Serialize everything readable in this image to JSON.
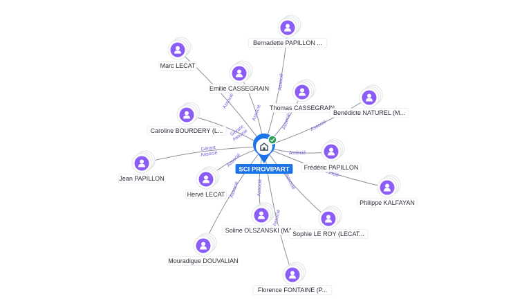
{
  "center": {
    "label": "SCI PROVIPART",
    "pin_color": "#1a73e8",
    "check_color": "#2e9e5b",
    "icon": "building-icon"
  },
  "person_color": "#8b5cf6",
  "people": [
    {
      "key": "bernadette",
      "label": "Bernadette PAPILLON ...",
      "icon": "person-icon"
    },
    {
      "key": "marc",
      "label": "Marc LECAT",
      "icon": "person-icon"
    },
    {
      "key": "emilie",
      "label": "Emilie CASSEGRAIN",
      "icon": "person-icon"
    },
    {
      "key": "thomas",
      "label": "Thomas CASSEGRAIN",
      "icon": "person-icon"
    },
    {
      "key": "benedicte",
      "label": "Benédicte NATUREL (M...",
      "icon": "person-icon"
    },
    {
      "key": "caroline",
      "label": "Caroline BOURDERY (L...",
      "icon": "person-icon"
    },
    {
      "key": "jean",
      "label": "Jean PAPILLON",
      "icon": "person-icon"
    },
    {
      "key": "frederic",
      "label": "Frédéric PAPILLON",
      "icon": "person-icon"
    },
    {
      "key": "herve",
      "label": "Hervé LECAT",
      "icon": "person-icon"
    },
    {
      "key": "philippe",
      "label": "Philippe KALFAYAN",
      "icon": "person-icon"
    },
    {
      "key": "soline",
      "label": "Soline OLSZANSKI (MA...",
      "icon": "person-icon"
    },
    {
      "key": "sophie",
      "label": "Sophie LE ROY (LECAT...",
      "icon": "person-icon"
    },
    {
      "key": "mouradigue",
      "label": "Mouradigue DOUVALIAN",
      "icon": "person-icon"
    },
    {
      "key": "florence",
      "label": "Florence FONTAINE (P...",
      "icon": "person-icon"
    }
  ],
  "edges": [
    {
      "to": "bernadette",
      "labels": [
        "Associé"
      ]
    },
    {
      "to": "marc",
      "labels": [
        "Associé"
      ]
    },
    {
      "to": "emilie",
      "labels": [
        "Associé"
      ]
    },
    {
      "to": "thomas",
      "labels": [
        "Associé"
      ]
    },
    {
      "to": "benedicte",
      "labels": [
        "Associé"
      ]
    },
    {
      "to": "caroline",
      "labels": [
        "Gérant",
        "Associé"
      ]
    },
    {
      "to": "jean",
      "labels": [
        "Gérant",
        "Associé"
      ]
    },
    {
      "to": "frederic",
      "labels": [
        "Associé"
      ]
    },
    {
      "to": "herve",
      "labels": [
        "Associé"
      ]
    },
    {
      "to": "philippe",
      "labels": [
        "Associé"
      ]
    },
    {
      "to": "soline",
      "labels": [
        "Associé"
      ]
    },
    {
      "to": "sophie",
      "labels": [
        "Associé"
      ]
    },
    {
      "to": "mouradigue",
      "labels": [
        "Associé"
      ]
    },
    {
      "to": "florence",
      "labels": [
        "Associé"
      ]
    }
  ]
}
